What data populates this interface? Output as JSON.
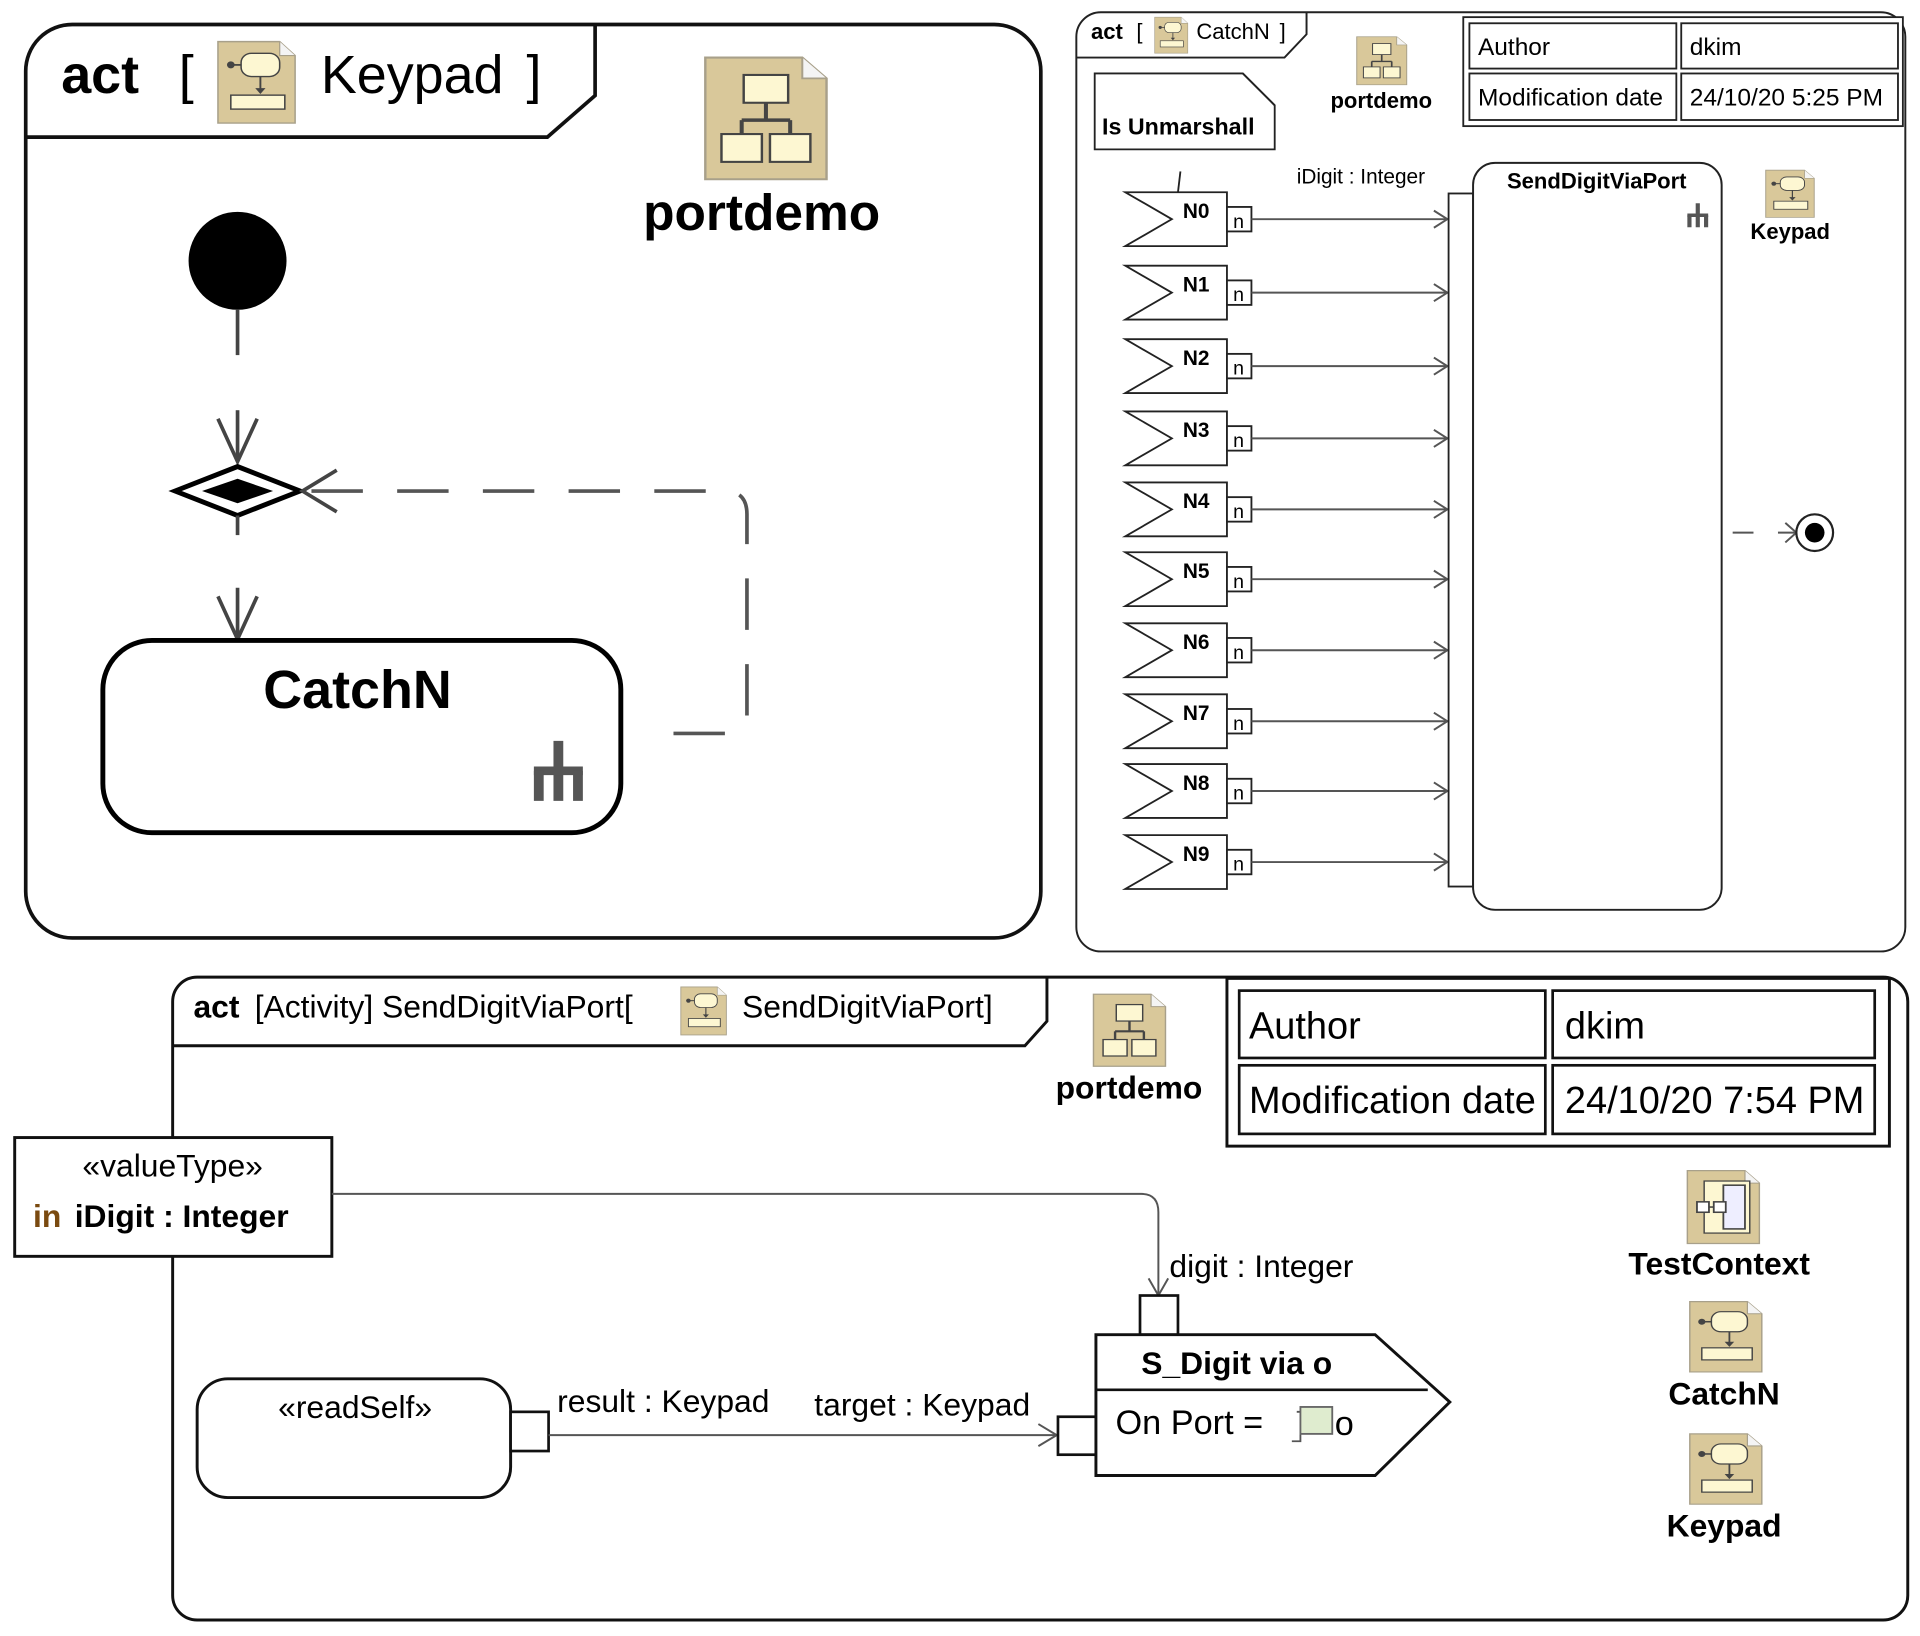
{
  "diagram_keypad": {
    "keyword": "act",
    "open_bracket": "[",
    "name": "Keypad",
    "close_bracket": "]",
    "package_label": "portdemo",
    "action_name": "CatchN"
  },
  "diagram_catchn": {
    "keyword": "act",
    "open_bracket": "[",
    "name": "CatchN",
    "close_bracket": "]",
    "package_label": "portdemo",
    "note_text": "Is Unmarshall",
    "flow_label": "iDigit : Integer",
    "call_action_name": "SendDigitViaPort",
    "keypad_label": "Keypad",
    "pin_label": "n",
    "accept_events": [
      "N0",
      "N1",
      "N2",
      "N3",
      "N4",
      "N5",
      "N6",
      "N7",
      "N8",
      "N9"
    ],
    "info_table": {
      "author_label": "Author",
      "author_value": "dkim",
      "date_label": "Modification date",
      "date_value": "24/10/20 5:25 PM"
    }
  },
  "diagram_senddigit": {
    "keyword": "act",
    "header_text": "[Activity] SendDigitViaPort[",
    "header_name": "SendDigitViaPort]",
    "package_label": "portdemo",
    "parameter_stereotype": "«valueType»",
    "parameter_direction": "in",
    "parameter_name": "iDigit : Integer",
    "readself_stereotype": "«readSelf»",
    "result_label": "result : Keypad",
    "target_label": "target : Keypad",
    "digit_label": "digit : Integer",
    "signal_name": "S_Digit via o",
    "on_port_label": "On Port =",
    "on_port_value": "o",
    "info_table": {
      "author_label": "Author",
      "author_value": "dkim",
      "date_label": "Modification date",
      "date_value": "24/10/20 7:54 PM"
    },
    "shortcuts": [
      {
        "label": "TestContext",
        "icon": "composite-structure-diagram-icon"
      },
      {
        "label": "CatchN",
        "icon": "activity-diagram-icon"
      },
      {
        "label": "Keypad",
        "icon": "activity-diagram-icon"
      }
    ]
  },
  "colors": {
    "icon_background": "#d9c89a",
    "icon_inner": "#fdf7d2",
    "in_keyword": "#7a4a10",
    "port_fill": "#dfeccf"
  }
}
